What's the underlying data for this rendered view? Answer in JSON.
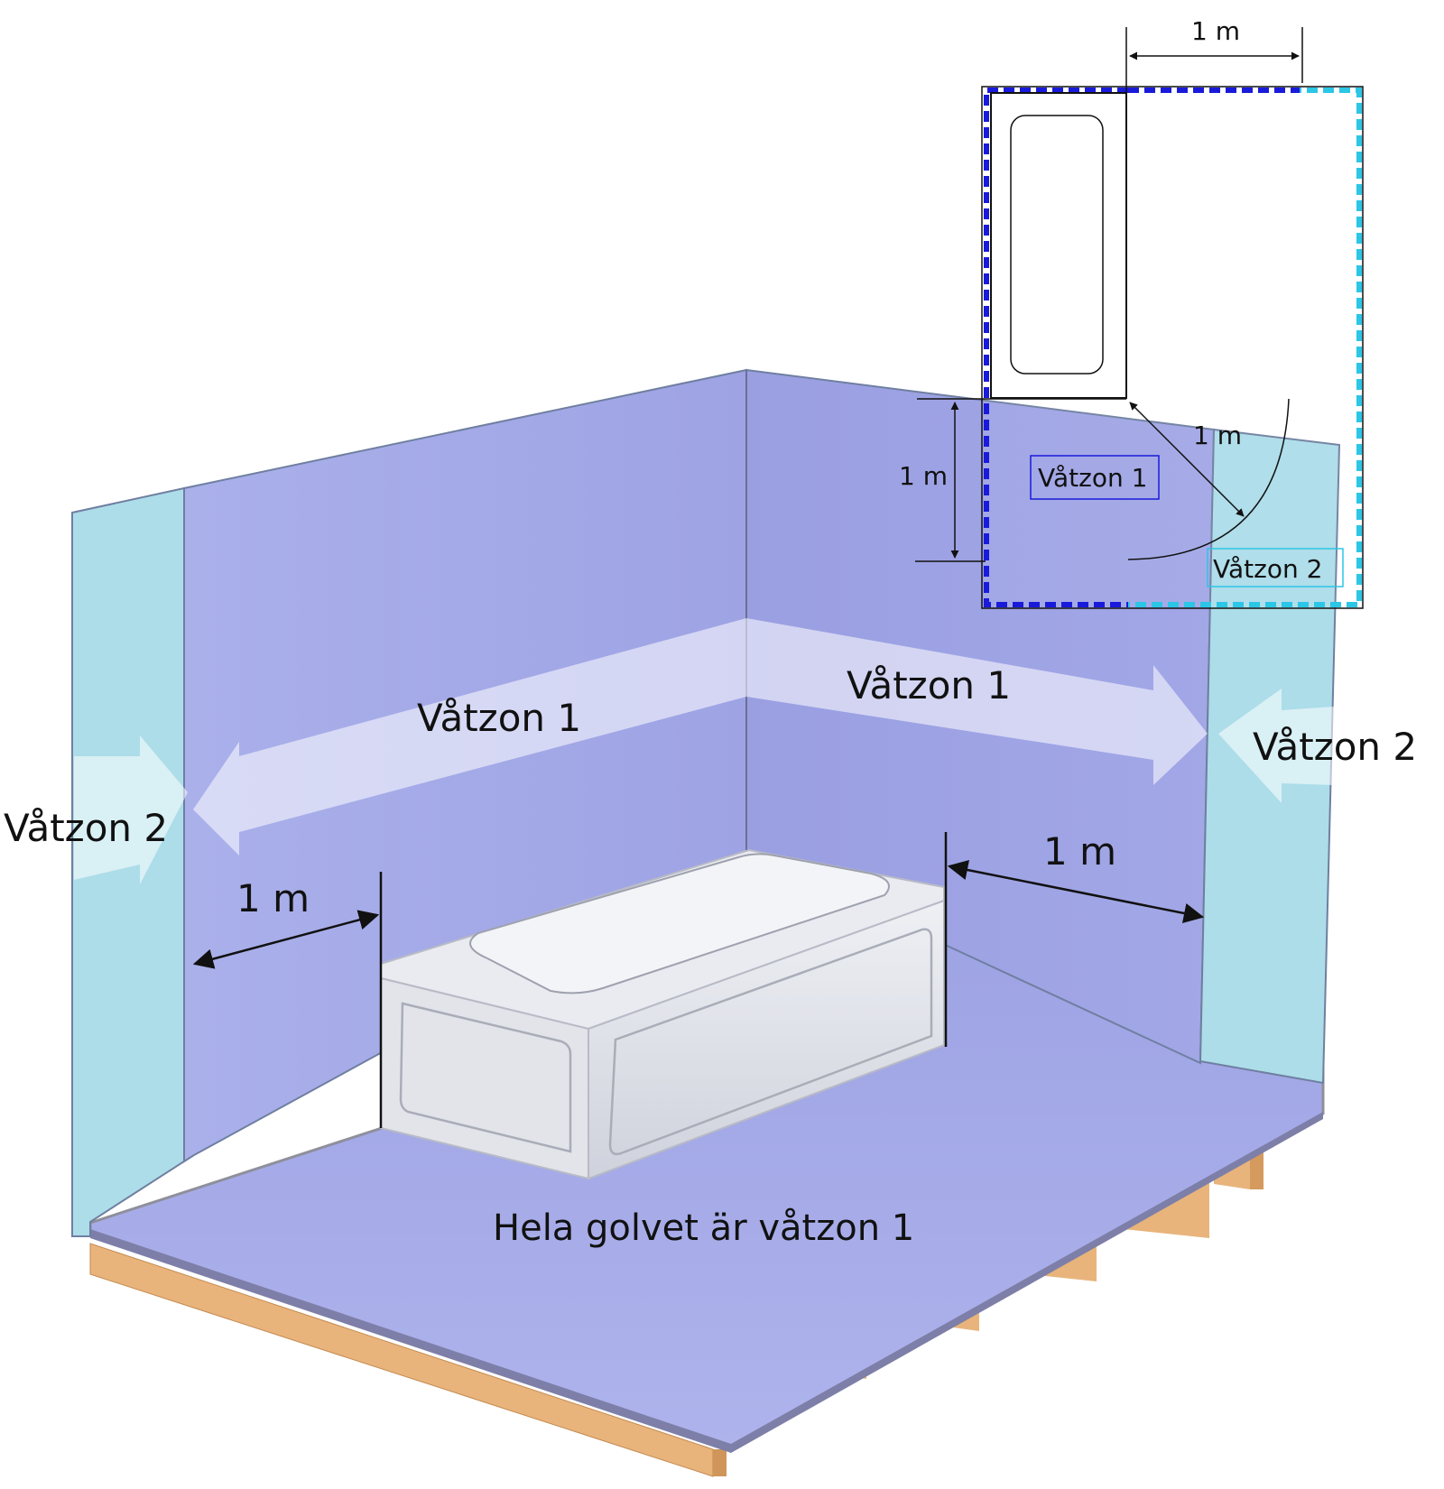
{
  "colors": {
    "wet_zone_1": "#a3a8e6",
    "wet_zone_2": "#acdde9",
    "plan_zone_1_border": "#1a1adb",
    "plan_zone_2_border": "#2cc6e6",
    "joist": "#e8b47c"
  },
  "labels": {
    "zone1_left": "Våtzon 1",
    "zone1_right": "Våtzon 1",
    "zone2_left": "Våtzon 2",
    "zone2_right": "Våtzon 2",
    "dim_left": "1 m",
    "dim_right": "1 m",
    "floor_caption": "Hela golvet är våtzon 1"
  },
  "plan": {
    "dim_top": "1 m",
    "dim_left": "1 m",
    "dim_diagonal": "1 m",
    "zone1_label": "Våtzon 1",
    "zone2_label": "Våtzon 2"
  }
}
